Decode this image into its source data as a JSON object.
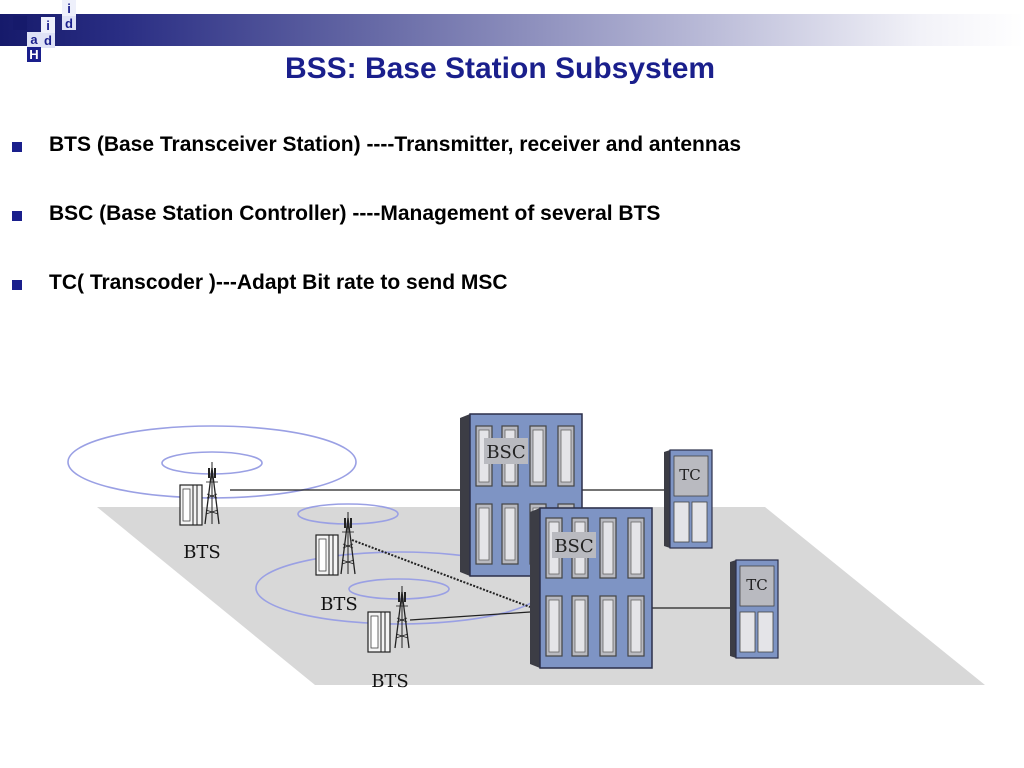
{
  "slide": {
    "logo_letters": [
      "i",
      "d",
      "i",
      "d",
      "a",
      "H"
    ],
    "title": "BSS: Base Station Subsystem",
    "bullets": [
      "BTS (Base Transceiver Station) ----Transmitter, receiver and antennas",
      "BSC (Base Station Controller) ----Management of several BTS",
      "TC( Transcoder )---Adapt Bit rate to send MSC"
    ],
    "colors": {
      "title": "#1a1f8c",
      "bullet_marker": "#1a1f8c",
      "band_dark": "#161a6b",
      "ground": "#d8d8d8",
      "coverage_ring": "#9aa0e4",
      "cabinet_frame": "#7e94c4"
    }
  },
  "diagram": {
    "bts_labels": [
      "BTS",
      "BTS",
      "BTS"
    ],
    "bsc_labels": [
      "BSC",
      "BSC"
    ],
    "tc_labels": [
      "TC",
      "TC"
    ]
  }
}
